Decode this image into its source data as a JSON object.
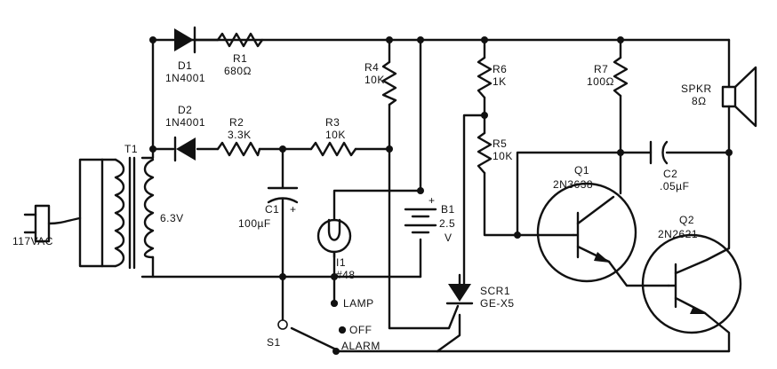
{
  "schematic": {
    "plug_label": "117VAC",
    "transformer": {
      "ref": "T1",
      "secondary_voltage": "6.3V"
    },
    "diode1": {
      "ref": "D1",
      "part": "1N4001"
    },
    "diode2": {
      "ref": "D2",
      "part": "1N4001"
    },
    "r1": {
      "ref": "R1",
      "value": "680Ω"
    },
    "r2": {
      "ref": "R2",
      "value": "3.3K"
    },
    "r3": {
      "ref": "R3",
      "value": "10K"
    },
    "r4": {
      "ref": "R4",
      "value": "10K"
    },
    "r5": {
      "ref": "R5",
      "value": "10K"
    },
    "r6": {
      "ref": "R6",
      "value": "1K"
    },
    "r7": {
      "ref": "R7",
      "value": "100Ω"
    },
    "c1": {
      "ref": "C1",
      "value": "100µF",
      "polarity": "+"
    },
    "c2": {
      "ref": "C2",
      "value": ".05µF"
    },
    "battery": {
      "ref": "B1",
      "voltage": "2.5",
      "unit": "V",
      "polarity": "+"
    },
    "lamp": {
      "ref": "I1",
      "part": "#48"
    },
    "scr": {
      "ref": "SCR1",
      "part": "GE-X5"
    },
    "q1": {
      "ref": "Q1",
      "part": "2N3638"
    },
    "q2": {
      "ref": "Q2",
      "part": "2N2621"
    },
    "speaker": {
      "ref": "SPKR",
      "impedance": "8Ω"
    },
    "switch": {
      "ref": "S1",
      "positions": [
        "LAMP",
        "OFF",
        "ALARM"
      ]
    }
  }
}
